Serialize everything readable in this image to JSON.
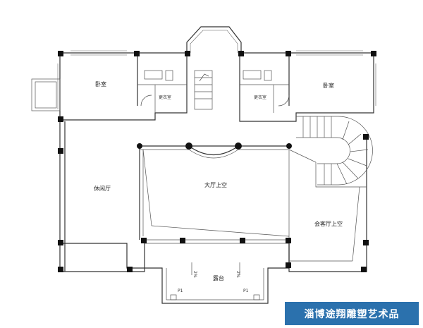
{
  "rooms": {
    "bedroom_left": "卧室",
    "bedroom_right": "卧室",
    "closet_left": "更衣室",
    "closet_right": "更衣室",
    "lounge": "休闲厅",
    "hall_void": "大厅上空",
    "living_void": "会客厅上空",
    "terrace": "露台"
  },
  "marks": {
    "slope_left": "2%",
    "slope_right": "2%",
    "p1_left": "P1",
    "p1_right": "P1"
  },
  "brand": {
    "text": "淄博途翔雕塑艺术品"
  }
}
